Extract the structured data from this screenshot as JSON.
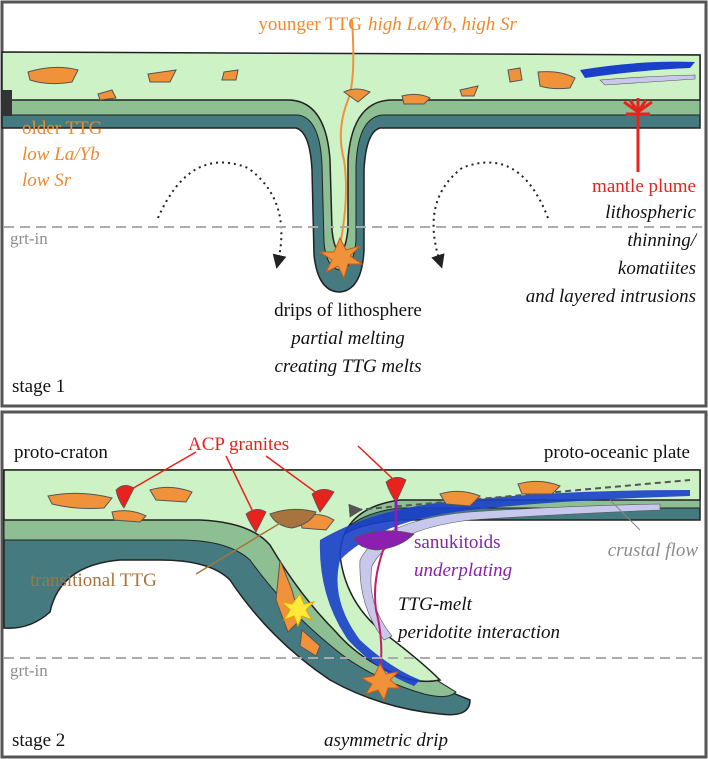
{
  "stage1": {
    "younger_ttg": {
      "name": "younger TTG",
      "detail": "high La/Yb, high Sr"
    },
    "older_ttg": {
      "name": "older TTG",
      "line1": "low La/Yb",
      "line2": "low Sr"
    },
    "grt_in": "grt-in",
    "mantle_plume": "mantle plume",
    "lithospheric": [
      "lithospheric",
      "thinning/",
      "komatiites",
      "and layered intrusions"
    ],
    "drips": [
      "drips of lithosphere",
      "partial melting",
      "creating TTG melts"
    ],
    "stage_label": "stage 1"
  },
  "stage2": {
    "proto_craton": "proto-craton",
    "acp_granites": "ACP granites",
    "proto_oceanic": "proto-oceanic plate",
    "crustal_flow": "crustal flow",
    "sanukitoids": "sanukitoids",
    "underplating": "underplating",
    "transitional_ttg": "transitional TTG",
    "ttg_melt": [
      "TTG-melt",
      "peridotite interaction"
    ],
    "grt_in": "grt-in",
    "asymmetric_drip": "asymmetric drip",
    "stage_label": "stage 2"
  },
  "colors": {
    "crust": "#ccf2c6",
    "mid_lithosphere": "#8ebf92",
    "lower_lithosphere": "#447a80",
    "ttg_orange": "#f0923a",
    "plume_red": "#e8221c",
    "sanukitoid_purple": "#8a1fb0",
    "transitional_brown": "#a8733e",
    "blue_flow": "#1a3fc8",
    "label_orange": "#f08a30",
    "label_grey": "#8c8c8c"
  }
}
